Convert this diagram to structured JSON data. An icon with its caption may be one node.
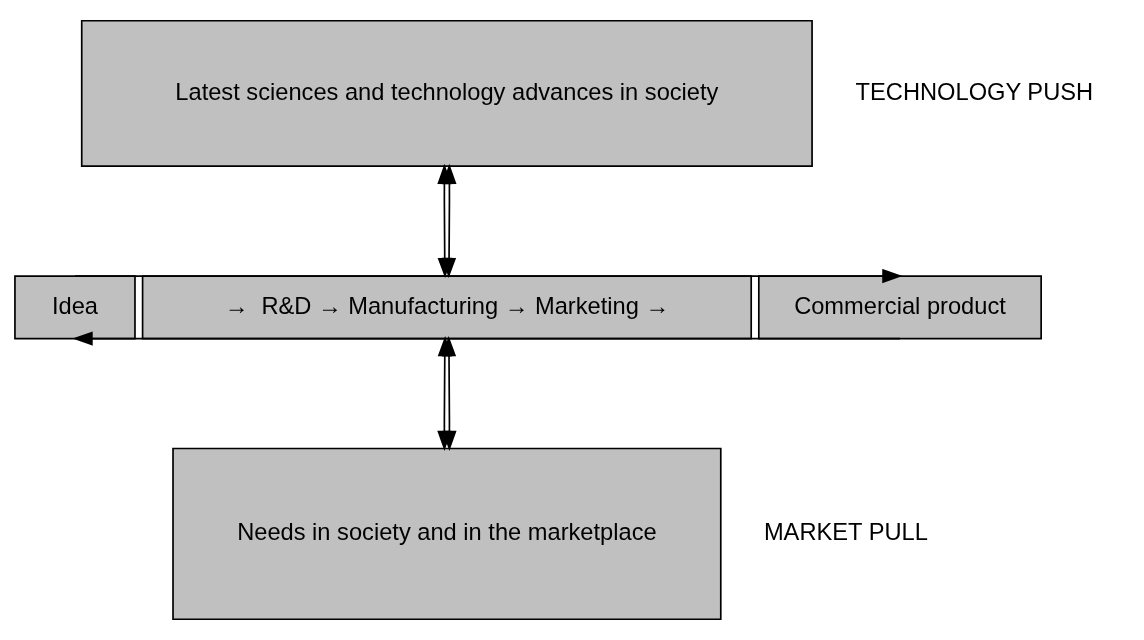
{
  "diagram": {
    "nodes": [
      {
        "text": [
          "Latest sciences and technology advances in society"
        ]
      },
      {
        "text": [
          "Idea"
        ]
      },
      {
        "text": [
          "→  R&D → Manufacturing → Marketing →"
        ]
      },
      {
        "text": [
          "Commercial product"
        ]
      },
      {
        "text": [
          "Needs in society and in the marketplace"
        ]
      }
    ],
    "edges": [
      {
        "from": 0,
        "to": 2,
        "arrow": "both"
      },
      {
        "from": 0,
        "to": 2,
        "arrow": "both"
      },
      {
        "from": 2,
        "to": 4,
        "arrow": "both"
      },
      {
        "from": 2,
        "to": 4,
        "arrow": "both"
      },
      {
        "from": 1,
        "to": 3,
        "arrow": "to"
      },
      {
        "from": 3,
        "to": 1,
        "arrow": "to"
      }
    ],
    "labels": [
      "TECHNOLOGY PUSH",
      "MARKET PULL"
    ]
  }
}
